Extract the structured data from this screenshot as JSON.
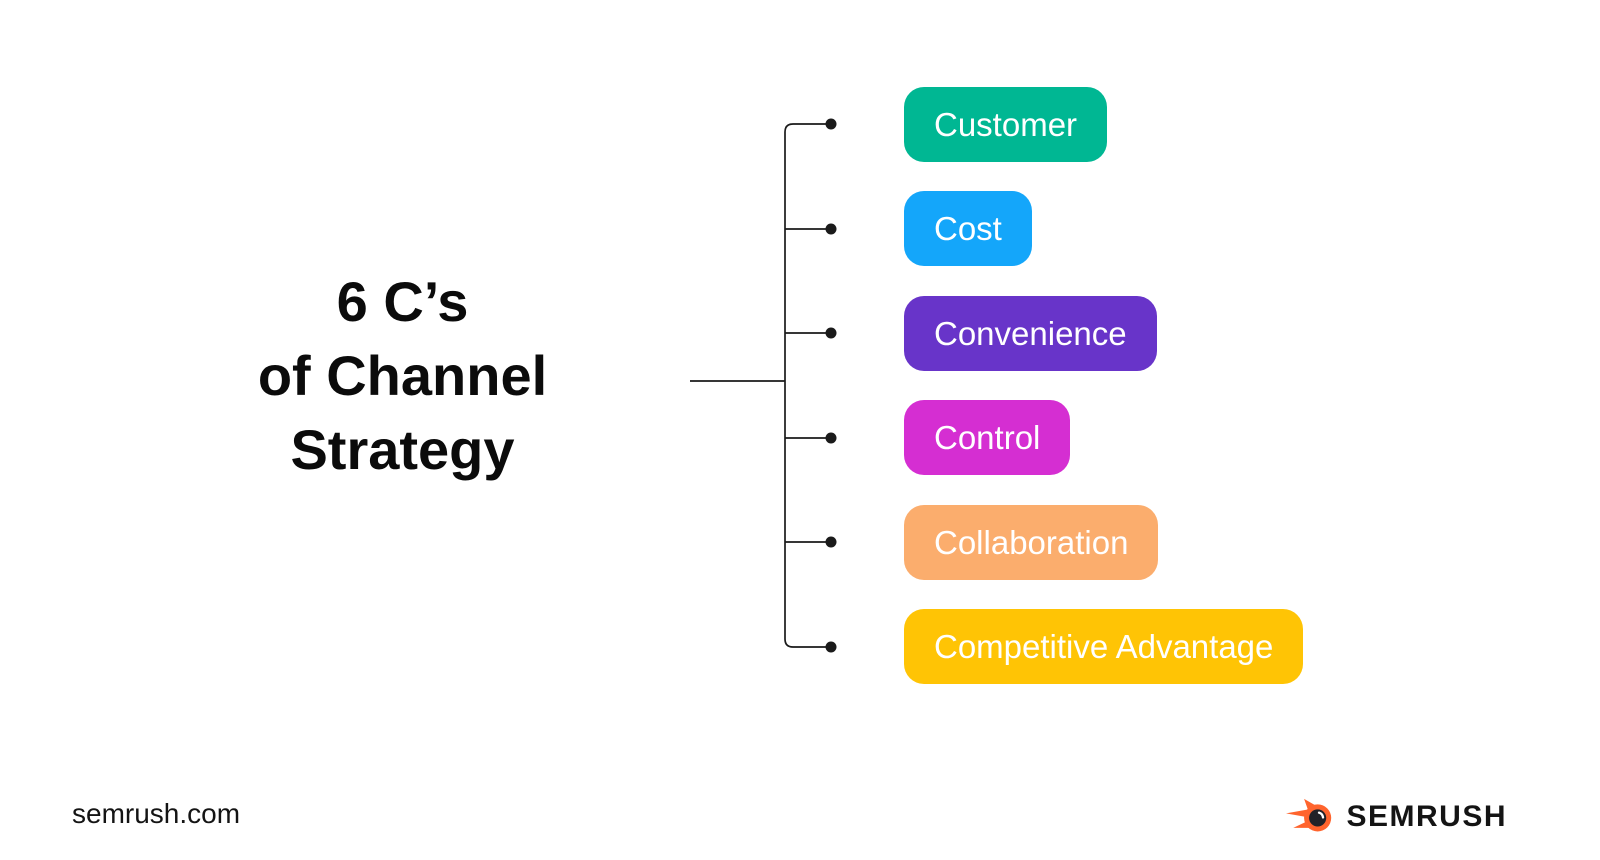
{
  "title": {
    "lines": [
      "6 C’s",
      "of Channel",
      "Strategy"
    ]
  },
  "items": [
    {
      "label": "Customer",
      "color": "#00B793"
    },
    {
      "label": "Cost",
      "color": "#14A6FA"
    },
    {
      "label": "Convenience",
      "color": "#6834C9"
    },
    {
      "label": "Control",
      "color": "#D52ED2"
    },
    {
      "label": "Collaboration",
      "color": "#FBAD6D"
    },
    {
      "label": "Competitive Advantage",
      "color": "#FFC405"
    }
  ],
  "footer": {
    "website": "semrush.com",
    "brand_name": "SEMRUSH"
  },
  "colors": {
    "background": "#FFFFFF",
    "title_text": "#0B0B0B",
    "connector": "#1A1A1A",
    "box_label": "#FFFFFF",
    "brand_orange": "#FF642D",
    "logo_ball_dark": "#212228",
    "logo_highlight": "#FFFFFF",
    "footer_text": "#141414"
  }
}
